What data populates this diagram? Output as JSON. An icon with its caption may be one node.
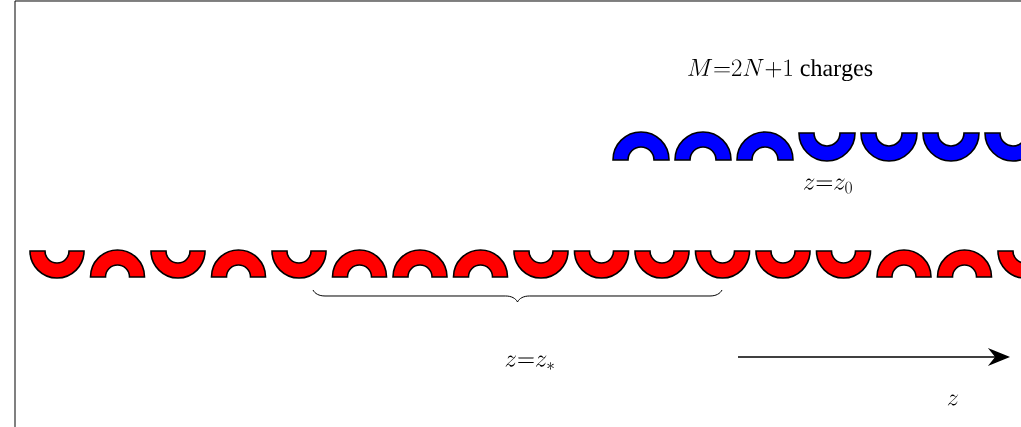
{
  "diagram": {
    "labels": [
      "M{=}2N{+}1\\ \\mathrm{charges}",
      "z{=}z_0",
      "z{=}z_*",
      "z"
    ]
  }
}
